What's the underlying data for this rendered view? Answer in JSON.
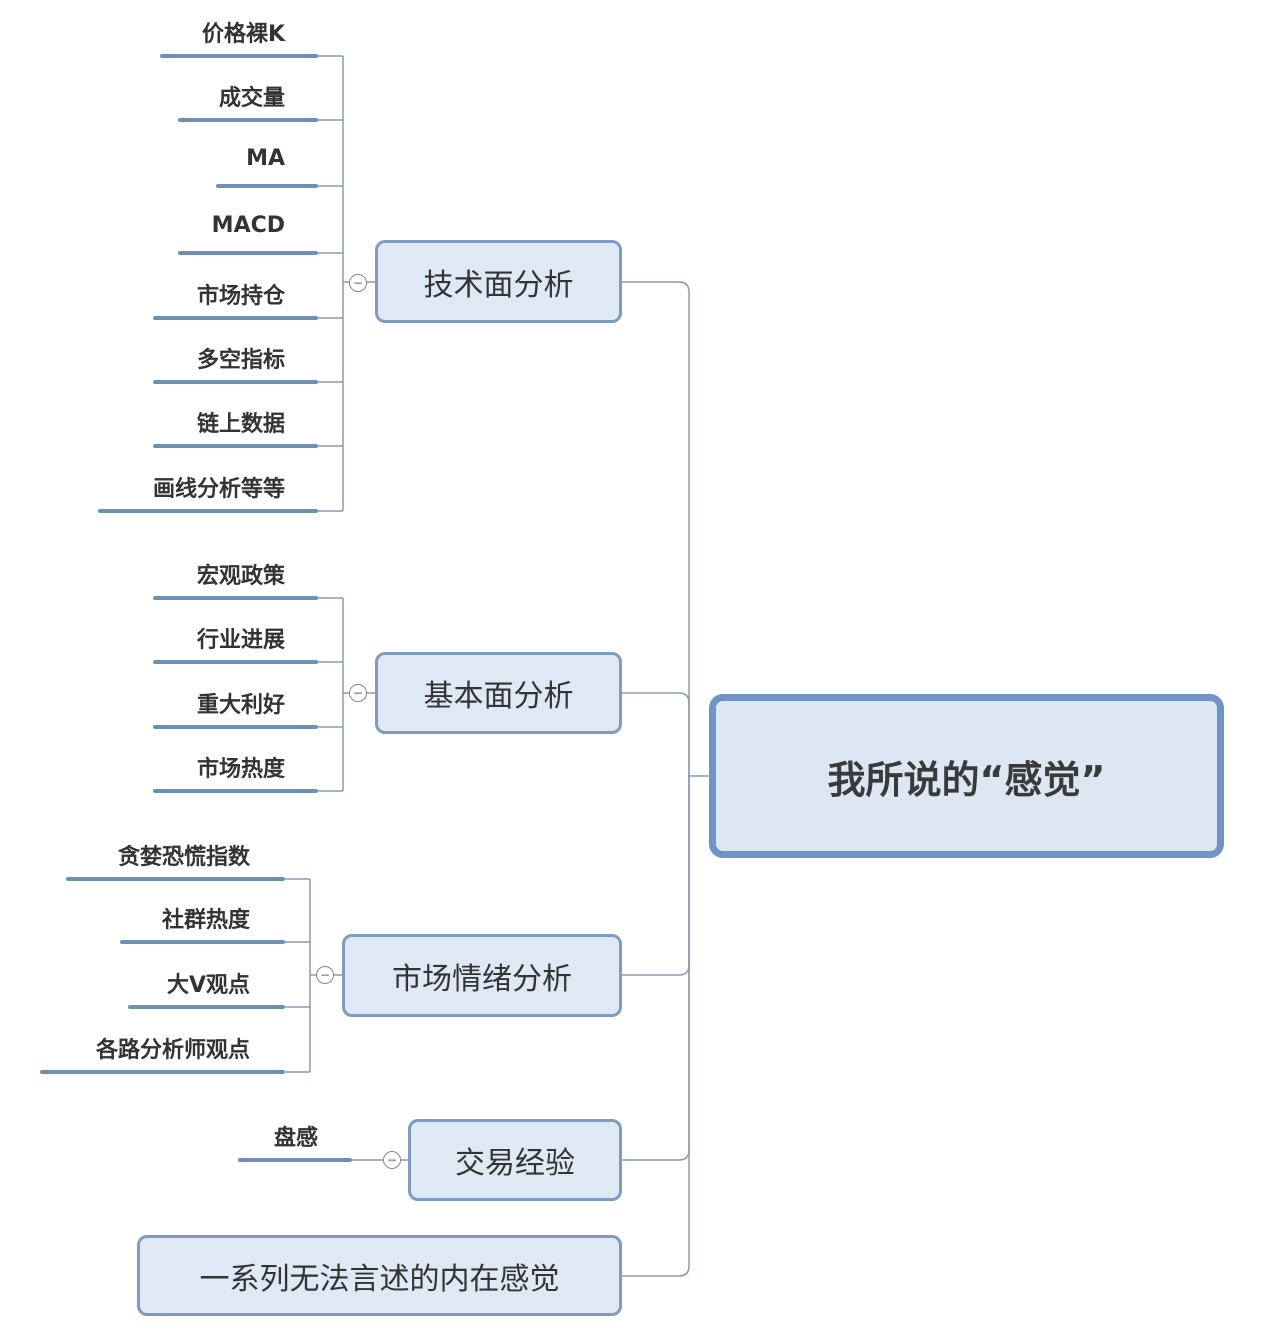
{
  "central": "我所说的“感觉”",
  "branches": [
    {
      "label": "技术面分析",
      "leaves": [
        "价格裸K",
        "成交量",
        "MA",
        "MACD",
        "市场持仓",
        "多空指标",
        "链上数据",
        "画线分析等等"
      ]
    },
    {
      "label": "基本面分析",
      "leaves": [
        "宏观政策",
        "行业进展",
        "重大利好",
        "市场热度"
      ]
    },
    {
      "label": "市场情绪分析",
      "leaves": [
        "贪婪恐慌指数",
        "社群热度",
        "大V观点",
        "各路分析师观点"
      ]
    },
    {
      "label": "交易经验",
      "leaves": [
        "盘感"
      ]
    },
    {
      "label": "一系列无法言述的内在感觉",
      "leaves": []
    }
  ],
  "toggle_symbol": "−",
  "colors": {
    "box_fill": "#dfe9f6",
    "box_border": "#7e9bc2",
    "underline": "#6f8fb5",
    "connector": "#8a9bb0"
  }
}
